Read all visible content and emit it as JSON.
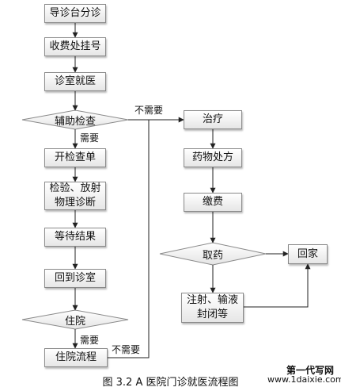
{
  "nodes": {
    "triage": "导诊台分诊",
    "register": "收费处挂号",
    "consult": "诊室就医",
    "aux_check": "辅助检查",
    "order": "开检查单",
    "lab": "检验、放射\n物理诊断",
    "wait": "等待结果",
    "back": "回到诊室",
    "hospitalize": "住院",
    "admission": "住院流程",
    "treat": "治疗",
    "rx": "药物处方",
    "pay": "缴费",
    "pickup": "取药",
    "home": "回家",
    "injection": "注射、输液\n封闭等"
  },
  "edges": {
    "needed_1": "需要",
    "not_needed_1": "不需要",
    "needed_2": "需要",
    "not_needed_2": "不需要"
  },
  "caption": "图 3.2   A 医院门诊就医流程图",
  "watermark": {
    "line1": "第一代写网",
    "line2": "www.1daixie.com"
  }
}
